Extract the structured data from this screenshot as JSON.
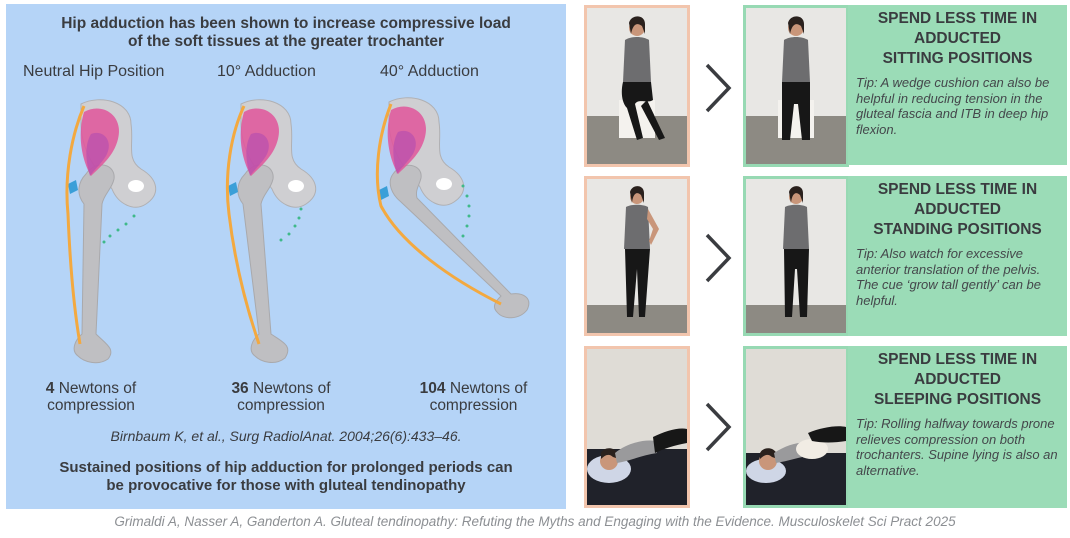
{
  "left_panel": {
    "title_line1": "Hip adduction has been shown to increase compressive load",
    "title_line2": "of the soft tissues at the greater trochanter",
    "columns": [
      {
        "label": "Neutral Hip Position",
        "newtons_value": "4",
        "newtons_unit": "Newtons of",
        "newtons_line2": "compression"
      },
      {
        "label": "10° Adduction",
        "newtons_value": "36",
        "newtons_unit": "Newtons of",
        "newtons_line2": "compression"
      },
      {
        "label": "40° Adduction",
        "newtons_value": "104",
        "newtons_unit": "Newtons of",
        "newtons_line2": "compression"
      }
    ],
    "citation": "Birnbaum K, et al., Surg RadiolAnat. 2004;26(6):433–46.",
    "bottom_line1": "Sustained positions of hip adduction for prolonged periods can",
    "bottom_line2": "be provocative for those with gluteal tendinopathy"
  },
  "tips": [
    {
      "head1": "SPEND LESS TIME IN",
      "head2": "ADDUCTED",
      "head3": "SITTING POSITIONS",
      "text": "Tip: A wedge cushion can also be helpful in reducing tension in the gluteal fascia and ITB in deep hip flexion."
    },
    {
      "head1": "SPEND LESS TIME IN",
      "head2": "ADDUCTED",
      "head3": "STANDING POSITIONS",
      "text": "Tip: Also watch for excessive anterior translation of the pelvis. The cue ‘grow tall gently’ can be helpful."
    },
    {
      "head1": "SPEND LESS TIME IN",
      "head2": "ADDUCTED",
      "head3": "SLEEPING POSITIONS",
      "text": "Tip: Rolling halfway towards prone relieves compression on both trochanters. Supine lying is also an alternative."
    }
  ],
  "footer": "Grimaldi A, Nasser A, Ganderton A. Gluteal tendinopathy: Refuting the Myths and Engaging with the Evidence. Musculoskelet Sci Pract 2025",
  "colors": {
    "panel_blue": "#b5d4f7",
    "tip_green": "#9bdcb7",
    "photo_border_peach": "#f2c5ad",
    "photo_border_green": "#97d9b3",
    "itb_orange": "#f3a940",
    "muscle_pink": "#e0559b",
    "tendon_blue": "#3a9fd8",
    "bone_grey": "#bfbfc2"
  }
}
